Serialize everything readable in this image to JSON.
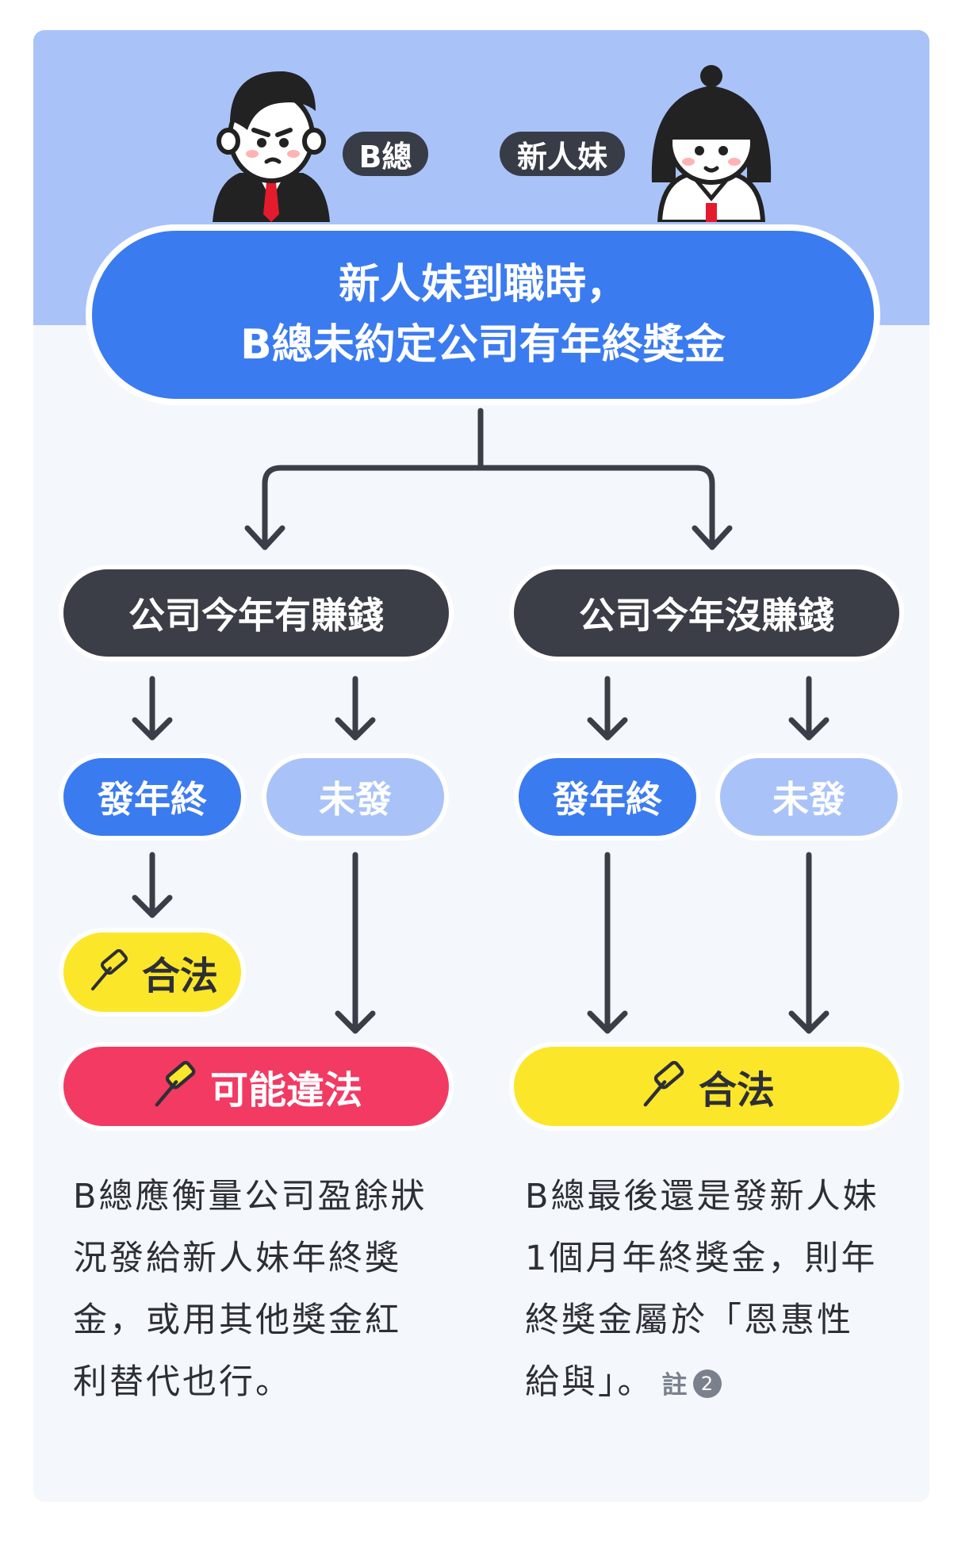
{
  "characters": {
    "boss_label": "B總",
    "newbie_label": "新人妹"
  },
  "title": {
    "line1": "新人妹到職時，",
    "line2": "B總未約定公司有年終獎金"
  },
  "left": {
    "branch": "公司今年有賺錢",
    "pay": "發年終",
    "nopay": "未發",
    "pay_result": "合法",
    "final_result": "可能違法",
    "note_lines": [
      "B總應衡量公司盈餘狀",
      "況發給新人妹年終獎",
      "金，或用其他獎金紅",
      "利替代也行。"
    ]
  },
  "right": {
    "branch": "公司今年沒賺錢",
    "pay": "發年終",
    "nopay": "未發",
    "final_result": "合法",
    "note_lines": [
      "B總最後還是發新人妹",
      "1個月年終獎金，則年",
      "終獎金屬於「恩惠性",
      "給與」。"
    ],
    "annotation": "註",
    "annotation_num": "2"
  },
  "colors": {
    "blue": "#3b7bf0",
    "light_blue": "#a9c3f8",
    "dark": "#3b3e47",
    "yellow": "#fbe62a",
    "red": "#f23a63"
  },
  "icons": [
    "gavel-icon"
  ]
}
